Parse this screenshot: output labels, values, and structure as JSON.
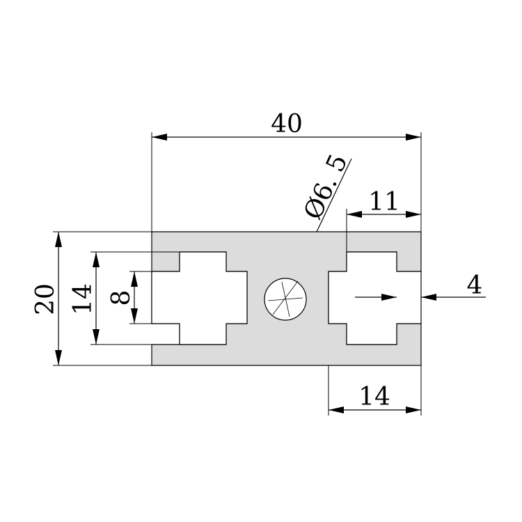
{
  "drawing": {
    "colors": {
      "background": "#ffffff",
      "profile_fill": "#dcdcdc",
      "line": "#000000"
    },
    "dimensions": {
      "overall_width": "40",
      "hole_diameter": "Ø6. 5",
      "slot_depth": "11",
      "slot_opening_offset": "4",
      "bottom_width": "14",
      "overall_height": "20",
      "slot_height": "14",
      "slot_opening": "8"
    }
  }
}
